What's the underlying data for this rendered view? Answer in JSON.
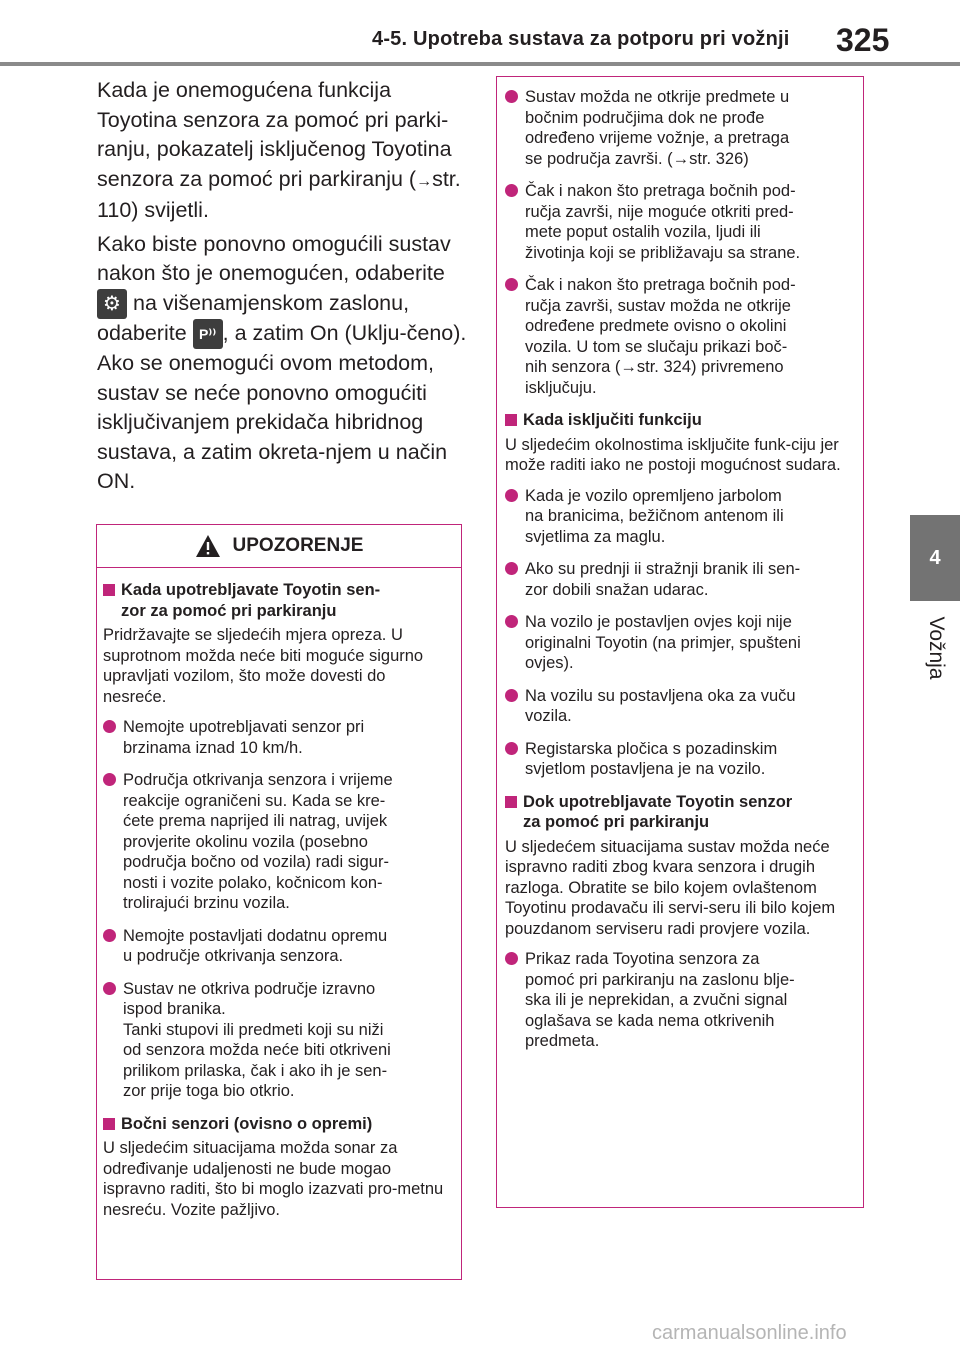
{
  "header": {
    "title": "4-5. Upotreba sustava za potporu pri vožnji",
    "page_number": "325"
  },
  "side_tab": {
    "chapter": "4",
    "label": "Vožnja"
  },
  "intro": {
    "p1": "Kada je onemogućena funkcija Toyotina senzora za pomoć pri parki-ranju, pokazatelj isključenog Toyotina senzora za pomoć pri parkiranju (",
    "p1_ref": "str. 110) svijetli.",
    "p2a": "Kako biste ponovno omogućili sustav nakon što je onemogućen, odaberite",
    "p2b": "na višenamjenskom zaslonu, odaberite",
    "p2c": ", a zatim On (Uklju-čeno). Ako se onemogući ovom metodom, sustav se neće ponovno omogućiti isključivanjem prekidača hibridnog sustava, a zatim okreta-njem u način ON.",
    "gear_icon": "gear-icon",
    "sensor_icon": "parking-sensor-icon"
  },
  "warning": {
    "title": "UPOZORENJE",
    "section1_title": "Kada upotrebljavate Toyotin sen-\nzor za pomoć pri parkiranju",
    "section1_text": "Pridržavajte se sljedećih mjera opreza. U suprotnom možda neće biti moguće sigurno upravljati vozilom, što može dovesti do nesreće.",
    "bullets": [
      "Nemojte upotrebljavati senzor pri\nbrzinama iznad 10 km/h.",
      "Područja otkrivanja senzora i vrijeme\nreakcije ograničeni su. Kada se kre-\nćete prema naprijed ili natrag, uvijek\nprovjerite okolinu vozila (posebno\npodručja bočno od vozila) radi sigur-\nnosti i vozite polako, kočnicom kon-\ntrolirajući brzinu vozila.",
      "Nemojte postavljati dodatnu opremu\nu područje otkrivanja senzora.",
      "Sustav ne otkriva područje izravno\nispod branika.\nTanki stupovi ili predmeti koji su niži\nod senzora možda neće biti otkriveni\nprilikom prilaska, čak i ako ih je sen-\nzor prije toga bio otkrio."
    ],
    "section2_title": "Bočni senzori (ovisno o opremi)",
    "section2_text": "U sljedećim situacijama možda sonar za određivanje udaljenosti ne bude mogao ispravno raditi, što bi moglo izazvati pro-metnu nesreću. Vozite pažljivo."
  },
  "right": {
    "bullets_top": [
      "Sustav možda ne otkrije predmete u\nbočnim područjima dok ne prođe\nodređeno vrijeme vožnje, a pretraga\nse područja završi. (→str. 326)",
      "Čak i nakon što pretraga bočnih pod-\nručja završi, nije moguće otkriti pred-\nmete poput ostalih vozila, ljudi ili\nživotinja koji se približavaju sa strane.",
      "Čak i nakon što pretraga bočnih pod-\nručja završi, sustav možda ne otkrije\nodređene predmete ovisno o okolini\nvozila. U tom se slučaju prikazi boč-\nnih senzora (→str. 324) privremeno\nisključuju."
    ],
    "section1_title": "Kada isključiti funkciju",
    "section1_text": "U sljedećim okolnostima isključite funk-ciju jer može raditi iako ne postoji mogućnost sudara.",
    "bullets_mid": [
      "Kada je vozilo opremljeno jarbolom\nna branicima, bežičnom antenom ili\nsvjetlima za maglu.",
      "Ako su prednji ii stražnji branik ili sen-\nzor dobili snažan udarac.",
      "Na vozilo je postavljen ovjes koji nije\noriginalni Toyotin (na primjer, spušteni\novjes).",
      "Na vozilu su postavljena oka za vuču\nvozila.",
      "Registarska pločica s pozadinskim\nsvjetlom postavljena je na vozilo."
    ],
    "section2_title": "Dok upotrebljavate Toyotin senzor\nza pomoć pri parkiranju",
    "section2_text": "U sljedećem situacijama sustav možda neće ispravno raditi zbog kvara senzora i drugih razloga. Obratite se bilo kojem ovlaštenom Toyotinu prodavaču ili servi-seru ili bilo kojem pouzdanom serviseru radi provjere vozila.",
    "bullets_bottom": [
      "Prikaz rada Toyotina senzora za\npomoć pri parkiranju na zaslonu blje-\nska ili je neprekidan, a zvučni signal\noglašava se kada nema otkrivenih\npredmeta."
    ]
  },
  "watermark": "carmanualsonline.info",
  "colors": {
    "accent": "#c0257a",
    "tab": "#737373",
    "rule": "#8a8a8a"
  }
}
